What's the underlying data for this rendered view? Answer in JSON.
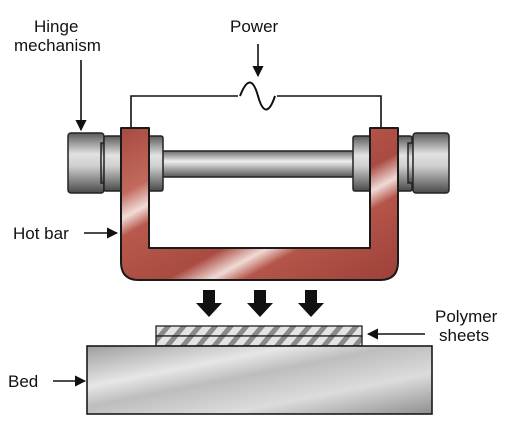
{
  "labels": {
    "hinge_line1": "Hinge",
    "hinge_line2": "mechanism",
    "power": "Power",
    "hot_bar": "Hot bar",
    "polymer_line1": "Polymer",
    "polymer_line2": "sheets",
    "bed": "Bed"
  },
  "icons": {
    "power_source": "ac-sine-wave-icon",
    "press_direction": "down-arrow-icon"
  },
  "colors": {
    "hot_bar": "#b5584c",
    "metal": "#9a9a9a",
    "bed": "#c4c4c4",
    "outline": "#1a1a1a"
  }
}
